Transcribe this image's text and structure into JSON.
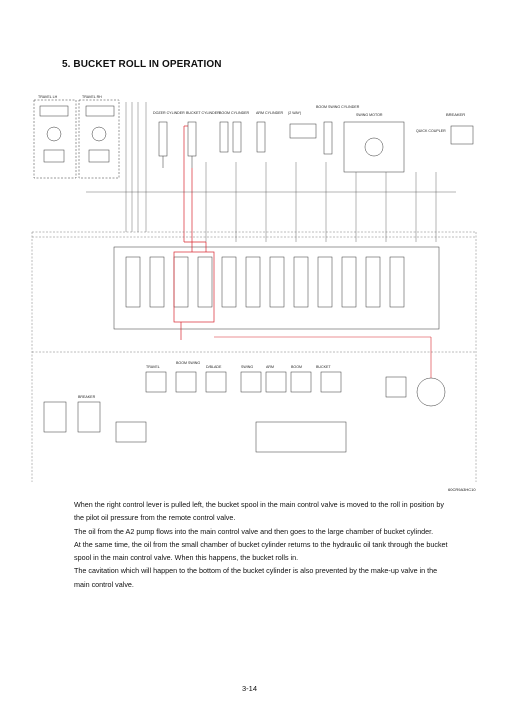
{
  "section_title": "5. BUCKET ROLL IN OPERATION",
  "figure_code": "60CR9A3HC10",
  "page_number": "3-14",
  "diagram": {
    "top_labels": {
      "travel_lh": "TRAVEL LH",
      "travel_rh": "TRAVEL RH",
      "dozer_cyl": "DOZER CYLINDER",
      "bucket_cyl": "BUCKET CYLINDER",
      "boom_cyl": "BOOM CYLINDER",
      "arm_cyl": "ARM CYLINDER",
      "two_way": "(2 WAY)",
      "boom_swing_cyl": "BOOM SWING CYLINDER",
      "swing_motor": "SWING MOTOR",
      "breaker": "BREAKER",
      "quick_coupler": "QUICK COUPLER"
    },
    "pilot_labels": {
      "travel": "TRAVEL",
      "boom_swing": "BOOM SWING",
      "dozer_blade": "D/BLADE",
      "swing": "SWING",
      "arm": "ARM",
      "boom": "BOOM",
      "bucket": "BUCKET",
      "breaker_valve": "BREAKER"
    }
  },
  "paragraphs": [
    "When the right control lever is pulled left, the bucket spool in the main control valve is moved to the roll in position by the pilot oil pressure from the remote control valve.",
    "The oil from the A2 pump flows into the main control valve and then goes to the large chamber of bucket cylinder.",
    "At the same time, the oil from the small chamber of bucket cylinder returns to the hydraulic oil tank through the bucket spool in the main control valve. When this happens, the bucket rolls in.",
    "The cavitation which will happen to the bottom of the bucket cylinder is also prevented by the make-up valve in the main control valve."
  ],
  "colors": {
    "flow_red": "#d8262e",
    "line": "#333333",
    "dash": "#555555"
  }
}
